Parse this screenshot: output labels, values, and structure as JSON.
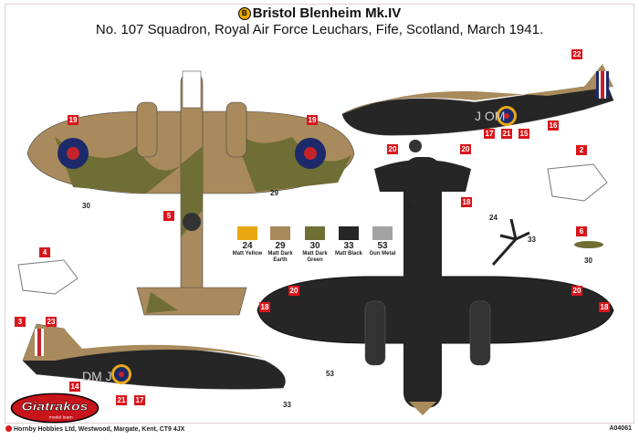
{
  "header": {
    "badge": "B",
    "title": "Bristol Blenheim Mk.IV",
    "subtitle": "No. 107 Squadron, Royal Air Force Leuchars, Fife, Scotland, March 1941."
  },
  "colors": [
    {
      "num": "24",
      "name": "Matt Yellow",
      "hex": "#e9a812"
    },
    {
      "num": "29",
      "name": "Matt Dark Earth",
      "hex": "#a88a5c"
    },
    {
      "num": "30",
      "name": "Matt Dark Green",
      "hex": "#6f6e34"
    },
    {
      "num": "33",
      "name": "Matt Black",
      "hex": "#262626"
    },
    {
      "num": "53",
      "name": "Gun Metal",
      "hex": "#a3a3a3"
    }
  ],
  "callouts": [
    "19",
    "19",
    "5",
    "22",
    "17",
    "21",
    "15",
    "16",
    "20",
    "20",
    "18",
    "2",
    "6",
    "4",
    "20",
    "20",
    "18",
    "18",
    "3",
    "23",
    "14",
    "21",
    "17"
  ],
  "labels": [
    "30",
    "29",
    "33",
    "24",
    "33",
    "30",
    "53",
    "33"
  ],
  "codes": {
    "right": "J  OM",
    "left": "DM  J"
  },
  "logo": {
    "text": "Giatrakos",
    "sub": "model team"
  },
  "footer": {
    "company": "Hornby Hobbies Ltd, Westwood, Margate, Kent, CT9 4JX",
    "code": "A04061"
  }
}
